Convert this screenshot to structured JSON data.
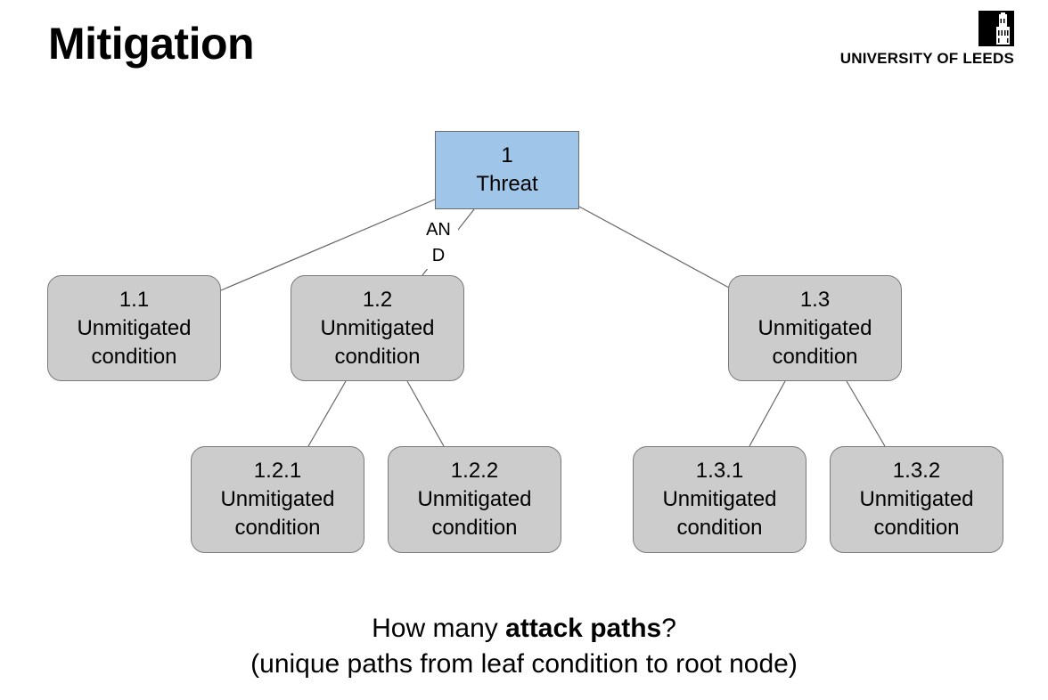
{
  "slide": {
    "title": "Mitigation"
  },
  "logo": {
    "text": "UNIVERSITY OF LEEDS",
    "emblem_icon": "leeds-parkinson-tower-icon"
  },
  "colors": {
    "root_fill": "#9fc5e8",
    "child_fill": "#cccccc",
    "connector": "#666666"
  },
  "tree": {
    "root": {
      "id": "1",
      "label": "Threat"
    },
    "and_label": "AN\nD",
    "nodes": [
      {
        "id": "1.1",
        "label": "Unmitigated\ncondition"
      },
      {
        "id": "1.2",
        "label": "Unmitigated\ncondition"
      },
      {
        "id": "1.3",
        "label": "Unmitigated\ncondition"
      },
      {
        "id": "1.2.1",
        "label": "Unmitigated\ncondition"
      },
      {
        "id": "1.2.2",
        "label": "Unmitigated\ncondition"
      },
      {
        "id": "1.3.1",
        "label": "Unmitigated\ncondition"
      },
      {
        "id": "1.3.2",
        "label": "Unmitigated\ncondition"
      }
    ]
  },
  "footer": {
    "question_before": "How many ",
    "question_bold": "attack paths",
    "question_after": "?",
    "explanation": "(unique paths from leaf condition to root node)"
  }
}
